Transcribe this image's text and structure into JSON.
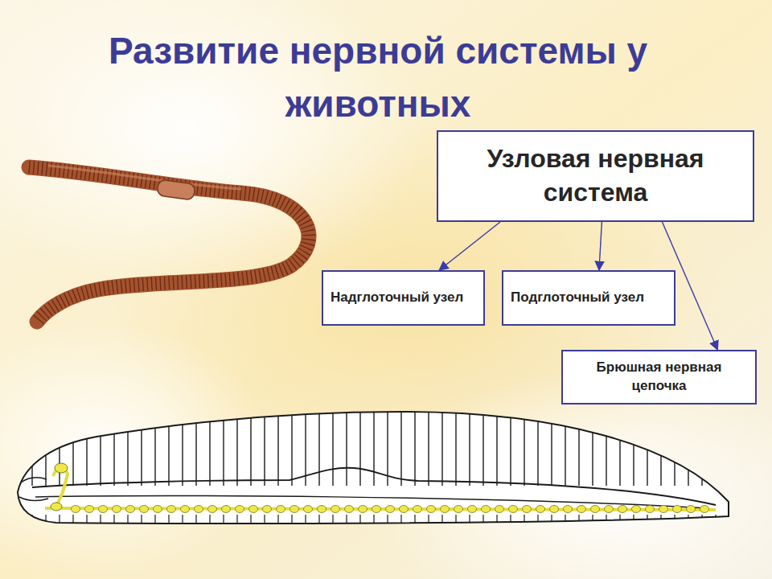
{
  "diagram": {
    "title": "Развитие нервной системы у животных",
    "nodes": [
      {
        "text": [
          "Узловая нервная система"
        ]
      },
      {
        "text": [
          "Надглоточный узел"
        ]
      },
      {
        "text": [
          "Подглоточный узел"
        ]
      },
      {
        "text": [
          "Брюшная нервная цепочка"
        ]
      }
    ],
    "edges": [
      {
        "from": 0,
        "to": 1,
        "arrow": "to"
      },
      {
        "from": 0,
        "to": 2,
        "arrow": "to"
      },
      {
        "from": 0,
        "to": 3,
        "arrow": "to"
      }
    ]
  }
}
